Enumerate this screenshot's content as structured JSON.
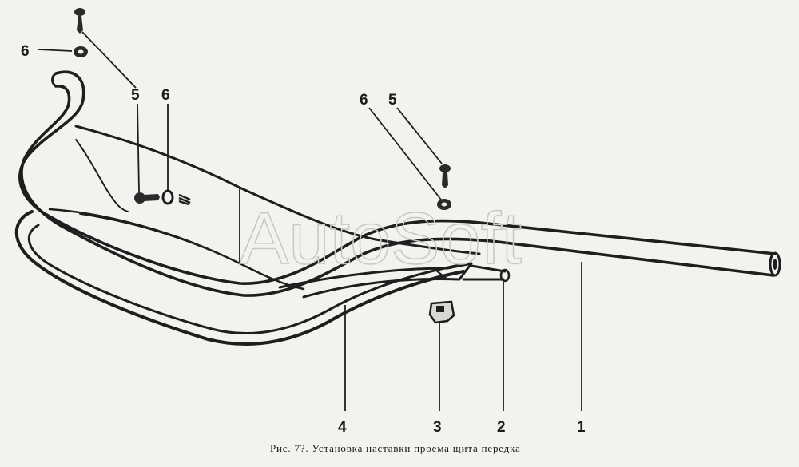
{
  "figure": {
    "caption": "Рис. 7?. Установка наставки проема щита передка",
    "watermark": "AutoSoft",
    "callouts": [
      {
        "id": "callout-1",
        "label": "1"
      },
      {
        "id": "callout-2",
        "label": "2"
      },
      {
        "id": "callout-3",
        "label": "3"
      },
      {
        "id": "callout-4",
        "label": "4"
      },
      {
        "id": "callout-5-left",
        "label": "5"
      },
      {
        "id": "callout-6-left-bottom",
        "label": "6"
      },
      {
        "id": "callout-6-left-top",
        "label": "6"
      },
      {
        "id": "callout-6-right",
        "label": "6"
      },
      {
        "id": "callout-5-right",
        "label": "5"
      }
    ],
    "colors": {
      "ink": "#1e1e1e",
      "paper": "#f3f2ee",
      "watermark": "#c9c9c6"
    }
  }
}
